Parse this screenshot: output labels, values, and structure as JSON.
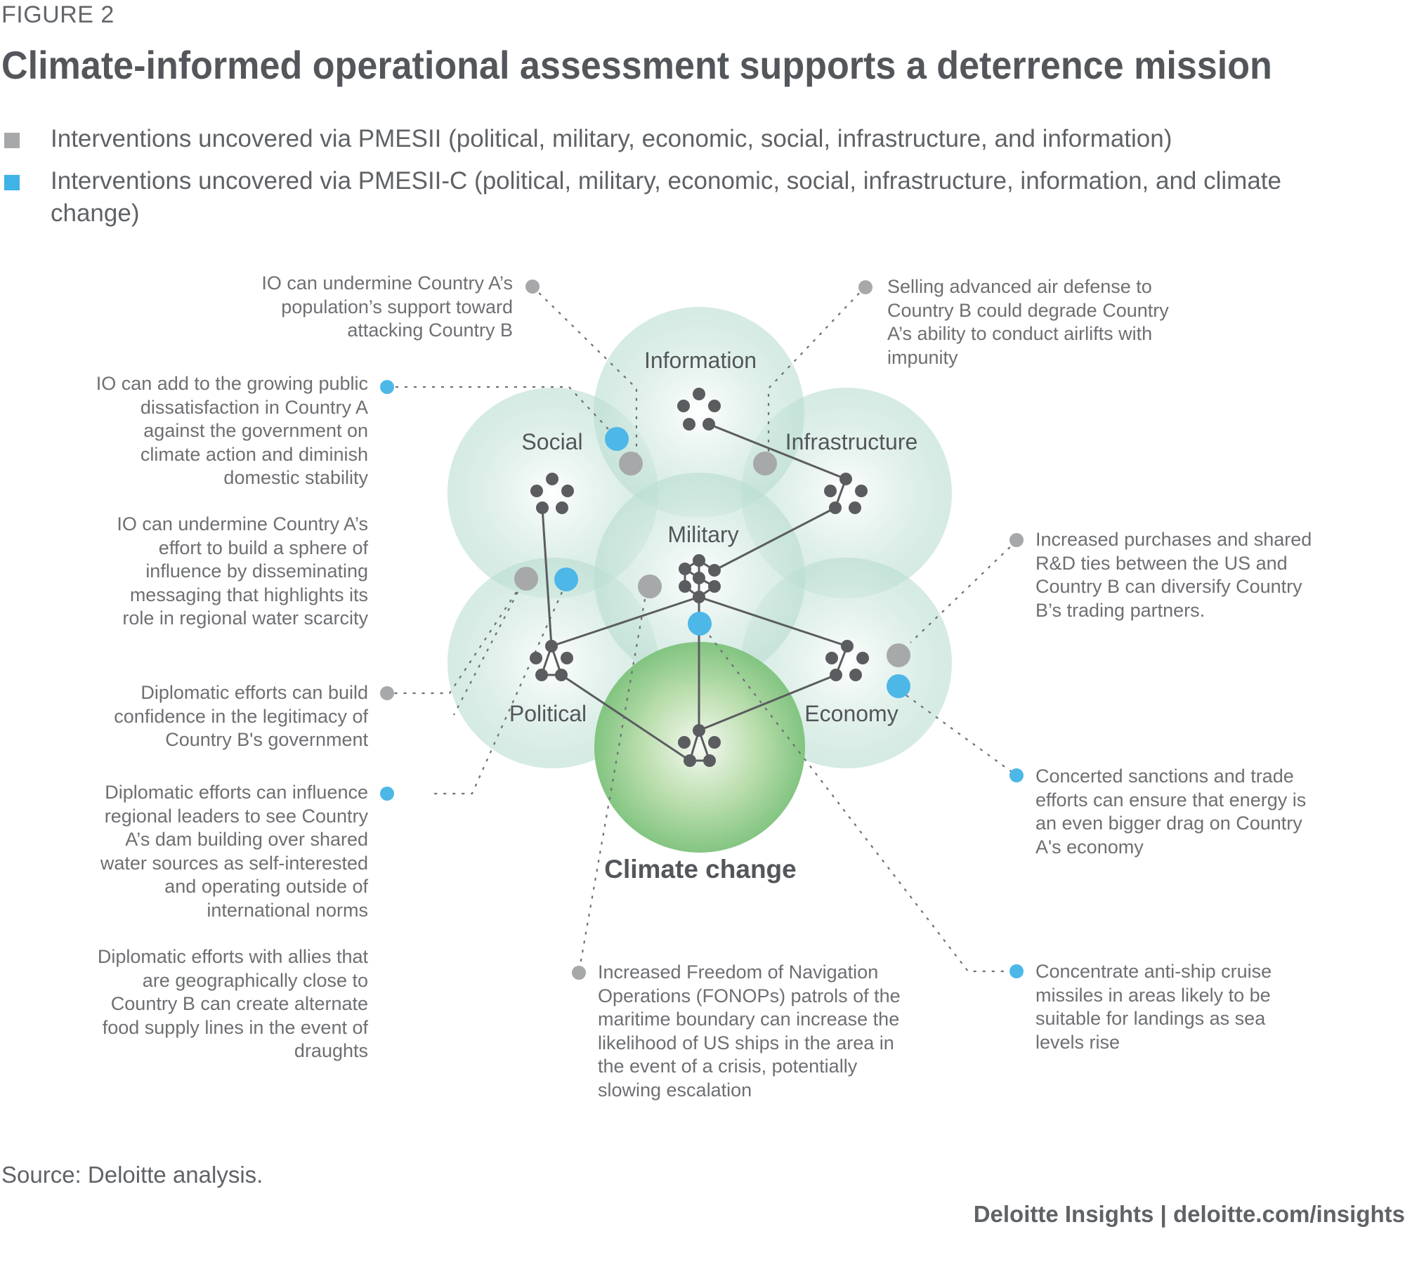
{
  "figure_label": "FIGURE 2",
  "title": "Climate-informed operational assessment supports a deterrence mission",
  "legend": [
    {
      "color": "#a7a8aa",
      "text": "Interventions uncovered via PMESII (political, military, economic, social, infrastructure, and information)"
    },
    {
      "color": "#3fb2e6",
      "text": "Interventions uncovered via PMESII-C (political, military, economic, social, infrastructure, information, and climate change)"
    }
  ],
  "colors": {
    "pmesii_gray": "#a7a8aa",
    "pmesii_c_blue": "#4db7e8",
    "domain_circle": "#c9e6dc",
    "climate_circle": "#7fc57f",
    "node": "#5b5c60",
    "text": "#63666a"
  },
  "domains": {
    "information": "Information",
    "social": "Social",
    "infrastructure": "Infrastructure",
    "military": "Military",
    "political": "Political",
    "economy": "Economy",
    "climate": "Climate change"
  },
  "annotations": {
    "a1": {
      "type": "PMESII",
      "text": "IO can undermine Country A’s population’s support toward attacking Country B"
    },
    "a2": {
      "type": "PMESII-C",
      "text": "IO can add to the growing public dissatisfaction in Country A against the government on climate action and diminish domestic stability"
    },
    "a3": {
      "type": "PMESII-C",
      "text": "IO can undermine Country A’s effort to build a sphere of influence by disseminating messaging that highlights its role in regional water scarcity"
    },
    "a4": {
      "type": "PMESII",
      "text": "Diplomatic efforts can build confidence in the legitimacy of Country B's government"
    },
    "a5": {
      "type": "PMESII-C",
      "text": "Diplomatic efforts can influence regional leaders to see Country A’s dam building over shared water sources as self-interested and operating outside of international norms"
    },
    "a6": {
      "type": "PMESII-C",
      "text": "Diplomatic efforts with allies that are geographically close to Country B can create alternate food supply lines in the event of draughts"
    },
    "a7": {
      "type": "PMESII",
      "text": "Selling advanced air defense to Country B could degrade Country A’s ability to conduct airlifts with impunity"
    },
    "a8": {
      "type": "PMESII",
      "text": "Increased purchases and shared R&D ties between the US and Country B can diversify Country B’s trading partners."
    },
    "a9": {
      "type": "PMESII-C",
      "text": "Concerted sanctions and trade efforts can ensure that energy is an even bigger drag on Country A's economy"
    },
    "a10": {
      "type": "PMESII",
      "text": "Increased Freedom of Navigation Operations (FONOPs) patrols of the maritime boundary can increase the likelihood of US ships in the area in the event of a crisis, potentially slowing escalation"
    },
    "a11": {
      "type": "PMESII-C",
      "text": "Concentrate anti-ship cruise missiles in areas likely to be suitable for landings as sea levels rise"
    }
  },
  "source": "Source: Deloitte analysis.",
  "credit": "Deloitte Insights | deloitte.com/insights"
}
